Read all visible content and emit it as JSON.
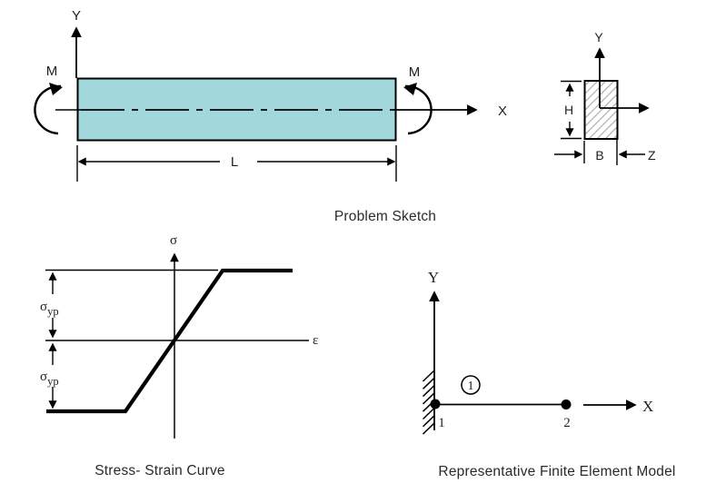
{
  "colors": {
    "beam_fill": "#a2d8dc",
    "line": "#000000",
    "hatch": "#b0b0b0",
    "text": "#1f1f1f"
  },
  "problem_sketch": {
    "caption": "Problem Sketch",
    "labels": {
      "y_axis": "Y",
      "x_axis": "X",
      "moment_left": "M",
      "moment_right": "M",
      "length": "L"
    },
    "cross_section": {
      "y_axis": "Y",
      "z_axis": "Z",
      "height": "H",
      "width": "B"
    }
  },
  "stress_strain_curve": {
    "caption": "Stress- Strain Curve",
    "labels": {
      "sigma_axis": "σ",
      "epsilon_axis": "ε",
      "sigma_yield": "σ",
      "sigma_yield_subscript": "yp"
    }
  },
  "finite_element_model": {
    "caption": "Representative Finite Element Model",
    "labels": {
      "y_axis": "Y",
      "x_axis": "X",
      "element_number": "1",
      "node_1": "1",
      "node_2": "2"
    }
  }
}
